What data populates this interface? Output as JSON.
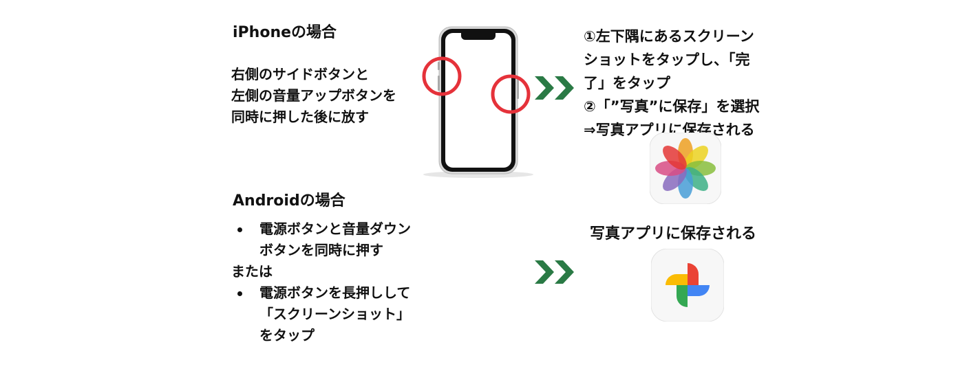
{
  "iphone": {
    "heading": "iPhoneの場合",
    "instructions": [
      "右側のサイドボタンと",
      "左側の音量アップボタンを",
      "同時に押した後に放す"
    ],
    "steps": [
      "①左下隅にあるスクリーン",
      "ショットをタップし、「完",
      "了」をタップ",
      "②「”写真”に保存」を選択",
      "⇒写真アプリに保存される"
    ],
    "app_icon": "apple-photos-icon"
  },
  "android": {
    "heading": "Androidの場合",
    "bullet_1": [
      "電源ボタンと音量ダウン",
      "ボタンを同時に押す"
    ],
    "or_text": "または",
    "bullet_2": [
      "電源ボタンを長押しして",
      "「スクリーンショット」",
      "をタップ"
    ],
    "result": "写真アプリに保存される",
    "app_icon": "google-photos-icon"
  },
  "colors": {
    "arrow": "#2a7a45",
    "highlight_circle": "#e5323a",
    "text": "#111111"
  }
}
